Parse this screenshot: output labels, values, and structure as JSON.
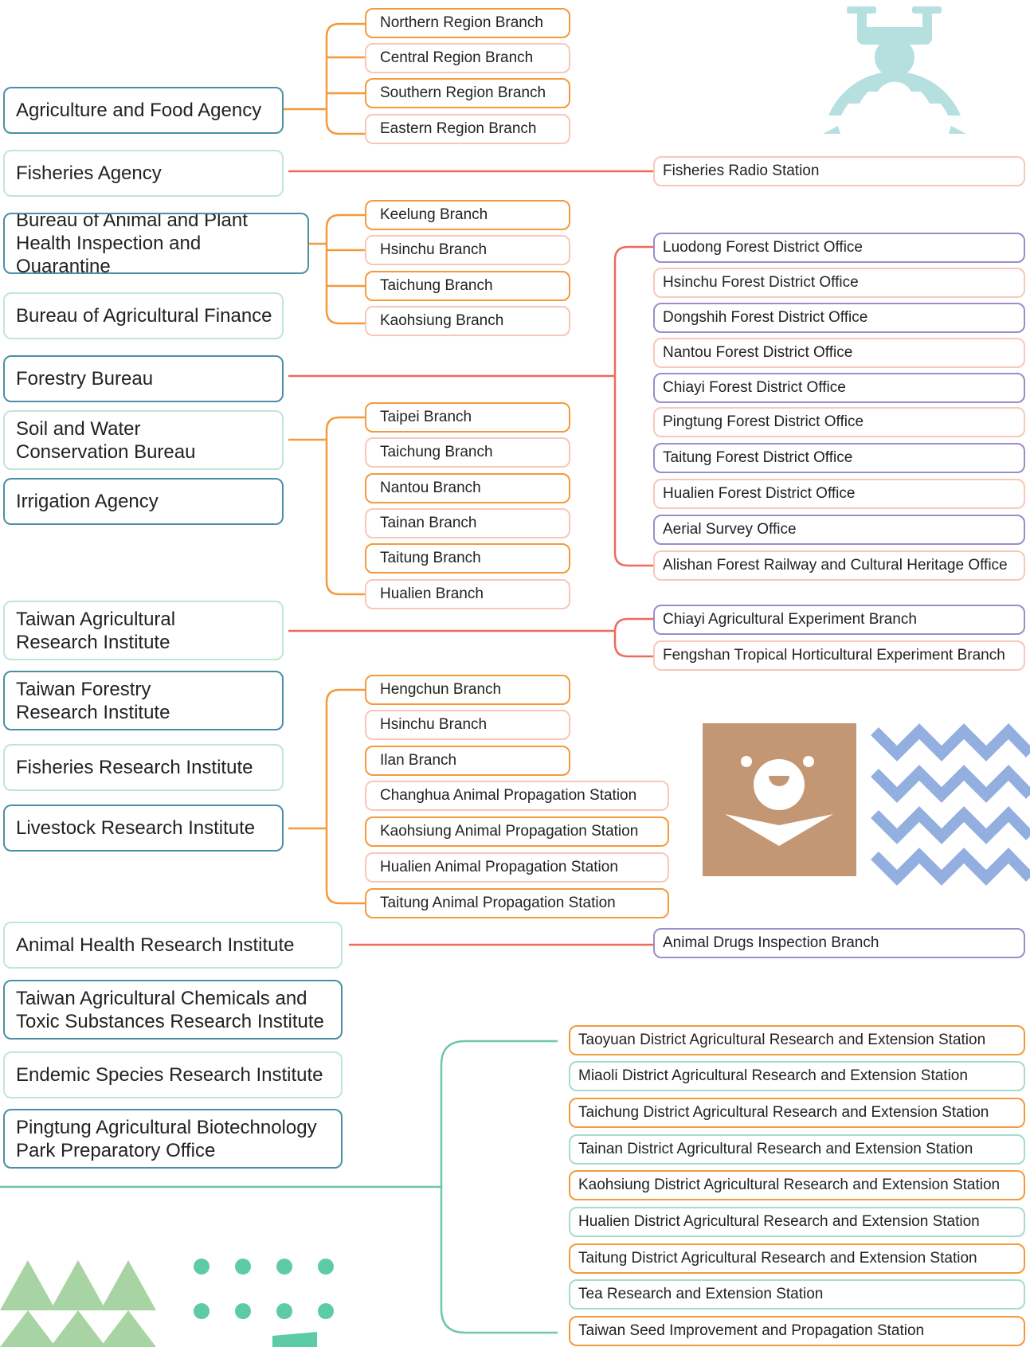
{
  "agencies": [
    "Agriculture and Food Agency",
    "Fisheries Agency",
    "Bureau of Animal and Plant Health Inspection and Quarantine",
    "Bureau of Agricultural Finance",
    "Forestry Bureau",
    "Soil and Water Conservation Bureau",
    "Irrigation Agency",
    "Taiwan Agricultural Research Institute",
    "Taiwan Forestry Research Institute",
    "Fisheries Research Institute",
    "Livestock Research Institute",
    "Animal Health Research Institute",
    "Taiwan Agricultural Chemicals and Toxic Substances Research Institute",
    "Endemic Species Research Institute",
    "Pingtung Agricultural Biotechnology Park Preparatory Office"
  ],
  "afa_branches": [
    "Northern Region Branch",
    "Central Region Branch",
    "Southern Region Branch",
    "Eastern Region Branch"
  ],
  "fisheries_units": [
    "Fisheries Radio Station"
  ],
  "baphiq_branches": [
    "Keelung Branch",
    "Hsinchu Branch",
    "Taichung Branch",
    "Kaohsiung Branch"
  ],
  "forestry_offices": [
    "Luodong Forest District Office",
    "Hsinchu Forest District Office",
    "Dongshih Forest District Office",
    "Nantou Forest District Office",
    "Chiayi Forest District Office",
    "Pingtung Forest District Office",
    "Taitung Forest District Office",
    "Hualien Forest District Office",
    "Aerial Survey Office",
    "Alishan Forest Railway and Cultural Heritage Office"
  ],
  "swcb_branches": [
    "Taipei Branch",
    "Taichung Branch",
    "Nantou Branch",
    "Tainan Branch",
    "Taitung Branch",
    "Hualien Branch"
  ],
  "tari_branches": [
    "Chiayi Agricultural Experiment Branch",
    "Fengshan Tropical Horticultural Experiment Branch"
  ],
  "livestock_units": [
    "Hengchun Branch",
    "Hsinchu Branch",
    "Ilan Branch",
    "Changhua Animal Propagation Station",
    "Kaohsiung Animal Propagation Station",
    "Hualien Animal Propagation Station",
    "Taitung Animal Propagation Station"
  ],
  "ahri_units": [
    "Animal Drugs Inspection Branch"
  ],
  "stations": [
    "Taoyuan District Agricultural Research and Extension Station",
    "Miaoli District Agricultural Research and Extension Station",
    "Taichung District Agricultural Research and Extension Station",
    "Tainan District Agricultural Research and Extension Station",
    "Kaohsiung District Agricultural Research and Extension Station",
    "Hualien District Agricultural Research and Extension Station",
    "Taitung District Agricultural Research and Extension Station",
    "Tea Research and Extension Station",
    "Taiwan Seed Improvement and Propagation Station"
  ],
  "colors": {
    "orange_line": "#f39a3c",
    "red_line": "#ee6a5b",
    "green_line": "#6fc6ad",
    "teal_border": "#4a8fa6",
    "mint_border": "#bfe6db",
    "peach_border": "#f8c7ba",
    "purple_border": "#9c8cc7",
    "bear_panel": "#c49774",
    "zigzag": "#93afe0",
    "tree": "#a8d3a2",
    "dots": "#5ccba6",
    "drone": "#b6e0df"
  }
}
